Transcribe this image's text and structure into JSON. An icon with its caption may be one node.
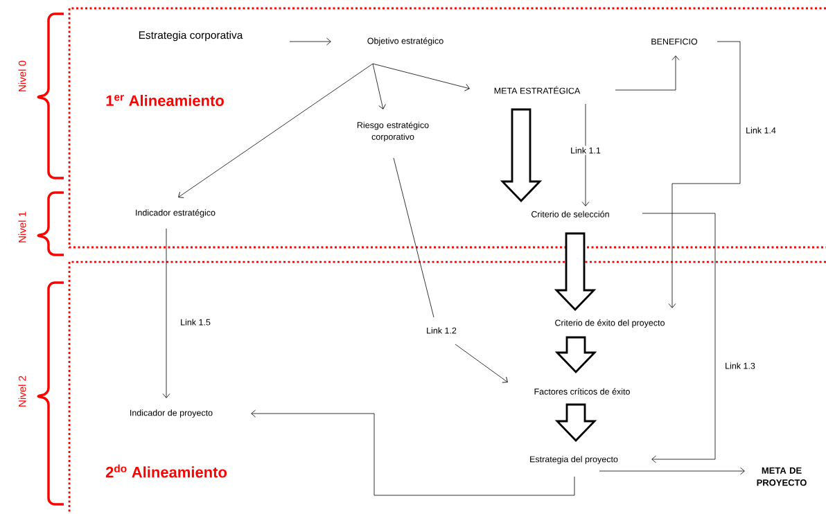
{
  "diagram": {
    "nodes": [
      {
        "text": [
          "1$^{er}$ Alineamiento"
        ]
      },
      {
        "text": [
          "2$^{do}$ Alineamiento"
        ]
      },
      {
        "text": [
          "Estrategia corporativa"
        ],
        "in": 0
      },
      {
        "text": [
          "Objetivo estratégico"
        ],
        "in": 0
      },
      {
        "text": [
          "BENEFICIO"
        ],
        "in": 0
      },
      {
        "text": [
          "META ESTRATÉGICA"
        ],
        "in": 0
      },
      {
        "text": [
          "Riesgo estratégico corporativo"
        ],
        "in": 0
      },
      {
        "text": [
          "Indicador estratégico"
        ],
        "in": 0
      },
      {
        "text": [
          "Criterio de selección"
        ],
        "in": 0
      },
      {
        "text": [
          "Criterio de éxito del proyecto"
        ],
        "in": 1
      },
      {
        "text": [
          "Factores críticos de éxito"
        ],
        "in": 1
      },
      {
        "text": [
          "Indicador de proyecto"
        ],
        "in": 1
      },
      {
        "text": [
          "Estrategia del proyecto"
        ],
        "in": 1
      },
      {
        "text": [
          "META DE PROYECTO"
        ],
        "in": 1
      }
    ],
    "edges": [
      {
        "from": 2,
        "to": 3,
        "arrow": "to"
      },
      {
        "from": 3,
        "to": 5,
        "arrow": "to"
      },
      {
        "from": 3,
        "to": 6,
        "arrow": "to"
      },
      {
        "from": 3,
        "to": 7,
        "arrow": "to"
      },
      {
        "from": 5,
        "to": 4,
        "arrow": "to"
      },
      {
        "from": 5,
        "to": 8,
        "arrow": "to",
        "label": "Link 1.1"
      },
      {
        "from": 5,
        "to": 8,
        "arrow": "to",
        "style": "thick"
      },
      {
        "from": 4,
        "to": 9,
        "arrow": "to",
        "label": "Link 1.4"
      },
      {
        "from": 8,
        "to": 12,
        "arrow": "to",
        "label": "Link 1.3"
      },
      {
        "from": 6,
        "to": 10,
        "arrow": "to",
        "label": "Link 1.2"
      },
      {
        "from": 7,
        "to": 11,
        "arrow": "to",
        "label": "Link 1.5"
      },
      {
        "from": 12,
        "to": 11,
        "arrow": "to"
      },
      {
        "from": 12,
        "to": 13,
        "arrow": "to"
      },
      {
        "from": 8,
        "to": 9,
        "arrow": "to",
        "style": "thick"
      },
      {
        "from": 9,
        "to": 10,
        "arrow": "to",
        "style": "thick"
      },
      {
        "from": 10,
        "to": 12,
        "arrow": "to",
        "style": "thick"
      }
    ],
    "labels": [
      "Nivel  0",
      "Nivel  1",
      "Nivel 2"
    ]
  }
}
